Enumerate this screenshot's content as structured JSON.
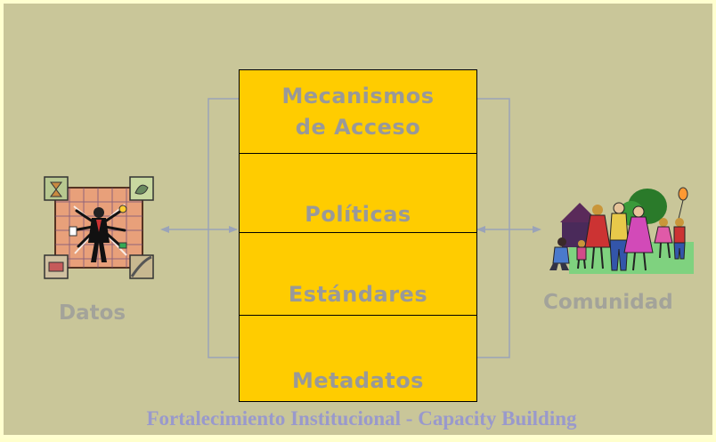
{
  "layers": [
    "Mecanismos de Acceso",
    "Políticas",
    "Estándares",
    "Metadatos"
  ],
  "left_label": "Datos",
  "right_label": "Comunidad",
  "footer": "Fortalecimiento Institucional - Capacity Building",
  "colors": {
    "background": "#c9c699",
    "layer_fill": "#ffcc00",
    "layer_text": "#999999",
    "side_text": "#a3a39a",
    "footer_text": "#9999cc",
    "connector": "#9aa3b8"
  },
  "icons": {
    "left": "businessman-many-hands-clipart",
    "right": "family-community-clipart"
  }
}
